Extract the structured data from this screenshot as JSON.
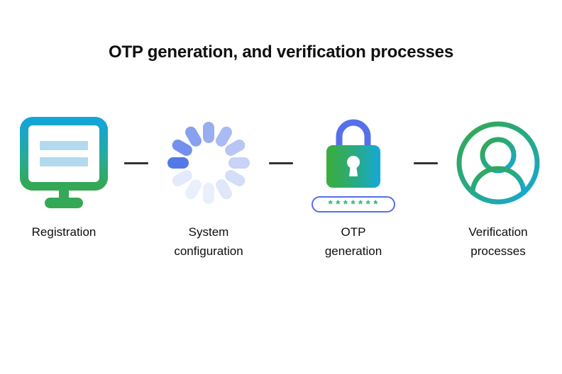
{
  "header": {
    "title": "OTP generation, and verification processes"
  },
  "diagram": {
    "type": "process-flow",
    "orientation": "horizontal",
    "connector_style": "dash",
    "steps": [
      {
        "id": "registration",
        "label": "Registration",
        "icon": "monitor-icon",
        "icon_description": "desktop monitor with two text lines on screen",
        "colors": {
          "gradient_from": "#13a5d8",
          "gradient_to": "#34a853",
          "accent": "#b3d9ef"
        }
      },
      {
        "id": "system-configuration",
        "label": "System\nconfiguration",
        "icon": "loading-spinner-icon",
        "icon_description": "twelve segment circular loading spinner",
        "colors": {
          "gradient_from": "#5578e8",
          "gradient_to": "#eef1fd"
        },
        "segments": 12
      },
      {
        "id": "otp-generation",
        "label": "OTP\ngeneration",
        "icon": "padlock-icon",
        "icon_description": "closed padlock with keyhole above a masked OTP input field",
        "colors": {
          "shackle": "#5570e8",
          "gradient_from": "#3cad3c",
          "gradient_to": "#16a8d8",
          "dots": "#2bb673",
          "field_border": "#5570e8"
        },
        "otp_field_value": "*******",
        "otp_field_length": 7
      },
      {
        "id": "verification-processes",
        "label": "Verification\nprocesses",
        "icon": "user-avatar-icon",
        "icon_description": "circular outline containing head and shoulders silhouette",
        "colors": {
          "gradient_from": "#34a853",
          "gradient_to": "#16a8d8"
        }
      }
    ]
  },
  "theme": {
    "background": "#ffffff",
    "title_color": "#100f10",
    "label_color": "#0d0d0d",
    "connector_color": "#333333"
  }
}
